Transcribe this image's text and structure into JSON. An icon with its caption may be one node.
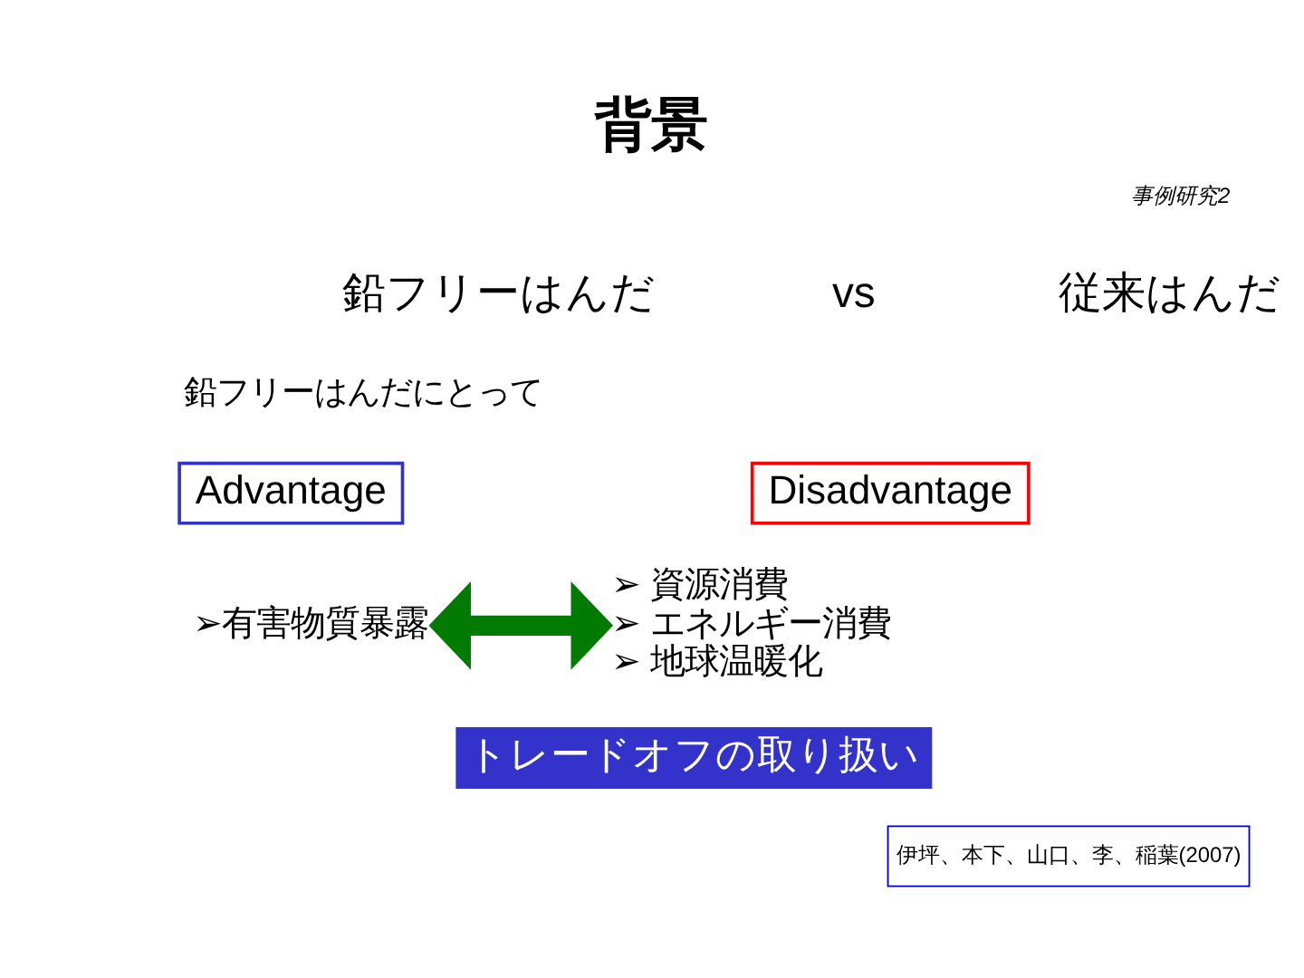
{
  "diagram": {
    "title": "背景",
    "nodes": [
      {
        "text": [
          "Advantage"
        ]
      },
      {
        "text": [
          "Disadvantage"
        ]
      },
      {
        "text": [
          "➢有害物質暴露"
        ]
      },
      {
        "text": [
          "➢ 資源消費",
          "➢ エネルギー消費",
          "➢ 地球温暖化"
        ]
      },
      {
        "text": [
          "トレードオフの取り扱い"
        ]
      },
      {
        "text": [
          "伊坪、本下、山口、李、稲葉(2007)"
        ]
      }
    ],
    "edges": [
      {
        "from": 2,
        "to": 3,
        "arrow": "both",
        "color": "#007a00"
      }
    ],
    "labels": [
      "事例研究2",
      "鉛フリーはんだ",
      "vs",
      "従来はんだ",
      "鉛フリーはんだにとって"
    ]
  }
}
